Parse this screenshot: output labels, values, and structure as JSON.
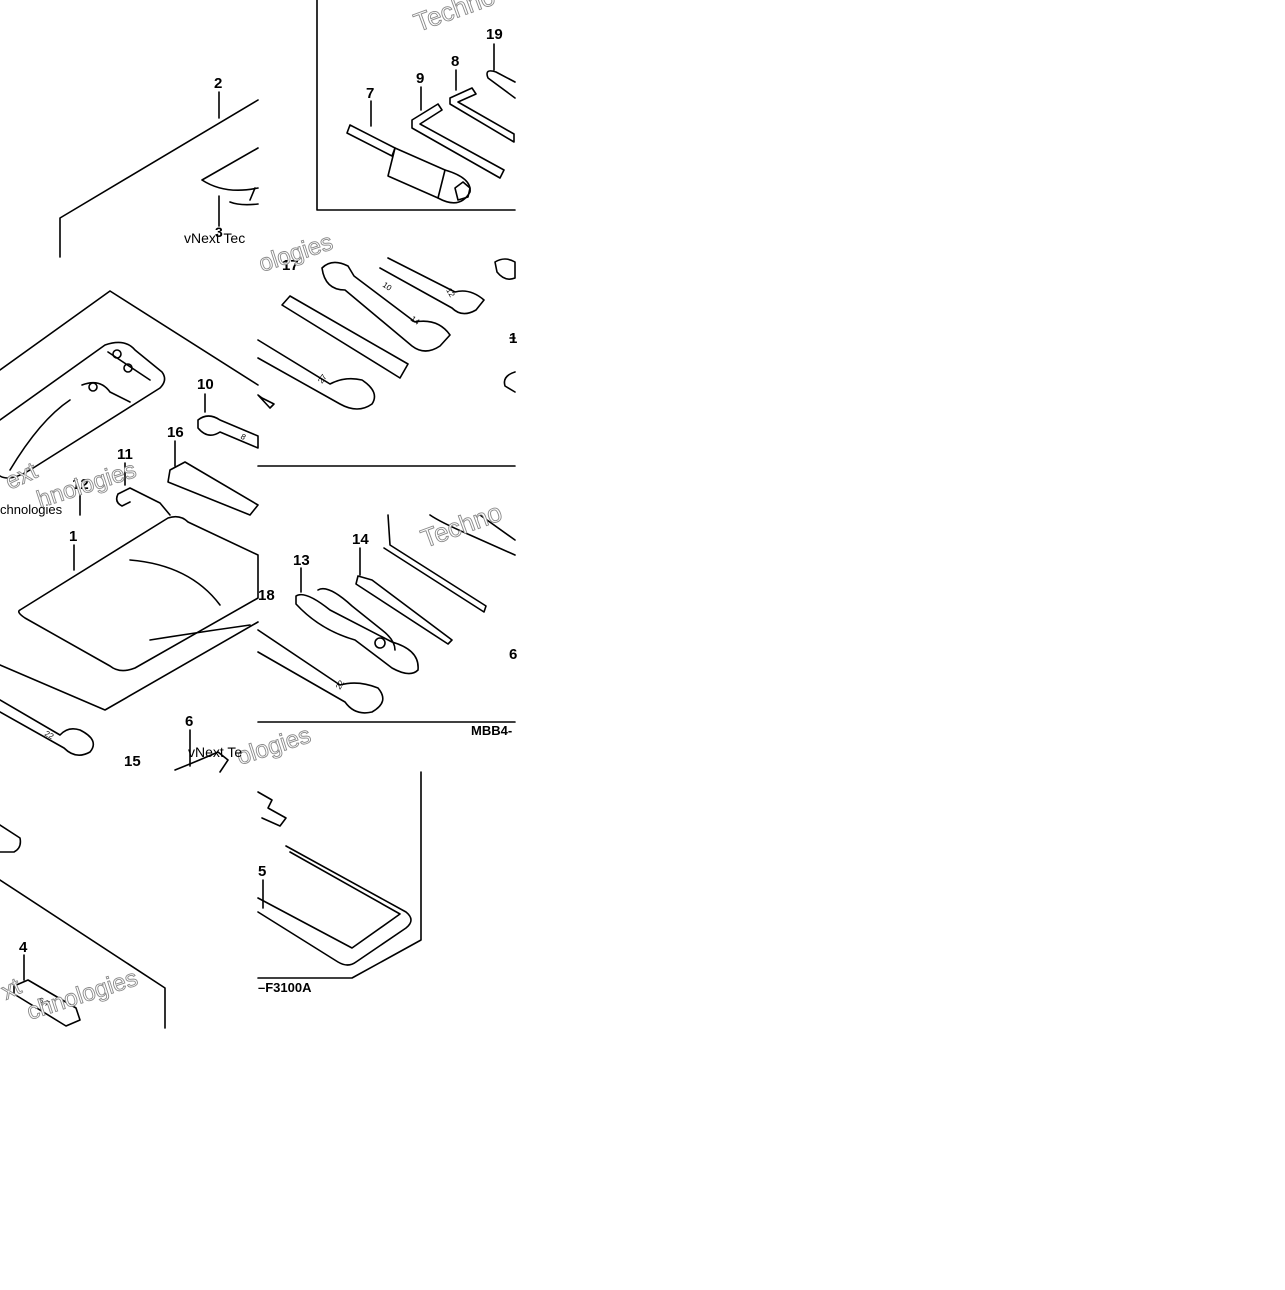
{
  "diagram": {
    "part_numbers": {
      "n1": "1",
      "n2": "2",
      "n3": "3",
      "n4": "4",
      "n5": "5",
      "n6": "6",
      "n7": "7",
      "n8": "8",
      "n9": "9",
      "n10": "10",
      "n11": "11",
      "n12": "12",
      "n13": "13",
      "n14": "14",
      "n15": "15",
      "n16": "16",
      "n17": "17",
      "n18": "18",
      "n19": "19"
    },
    "partial_number_a": "1",
    "partial_number_b": "6",
    "figure_code_top": "MBB4-",
    "figure_code_bottom": "–F3100A",
    "watermarks": {
      "techno_top": "Techno",
      "vnext_tec": "vNext Tec",
      "logies_mid": "ologies",
      "xt_left": "ext",
      "hnologies": "hnologies",
      "chnologies_left": "chnologies",
      "techno_mid": "Techno",
      "vnext_6": "vNext Te",
      "logies_bottom": "ologies",
      "xt_bottom": "xt",
      "chnologies_bottom": "chnologies"
    },
    "wrench_marks": {
      "w17": "17",
      "w10": "10",
      "w14": "14",
      "w12": "12",
      "w22": "22",
      "w27": "27",
      "w8": "8",
      "w67": "6 7"
    }
  }
}
